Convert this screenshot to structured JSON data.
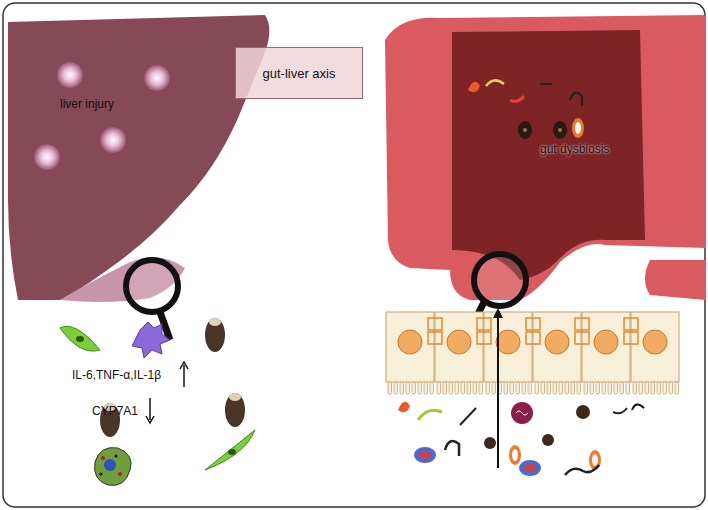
{
  "diagram": {
    "nodes": [
      {
        "text": [
          "gut-liver axis"
        ]
      }
    ],
    "labels": [
      "liver injury",
      "gut dysbiosis",
      "IL-6,TNF-α,IL-1β",
      "CYP7A1"
    ]
  }
}
